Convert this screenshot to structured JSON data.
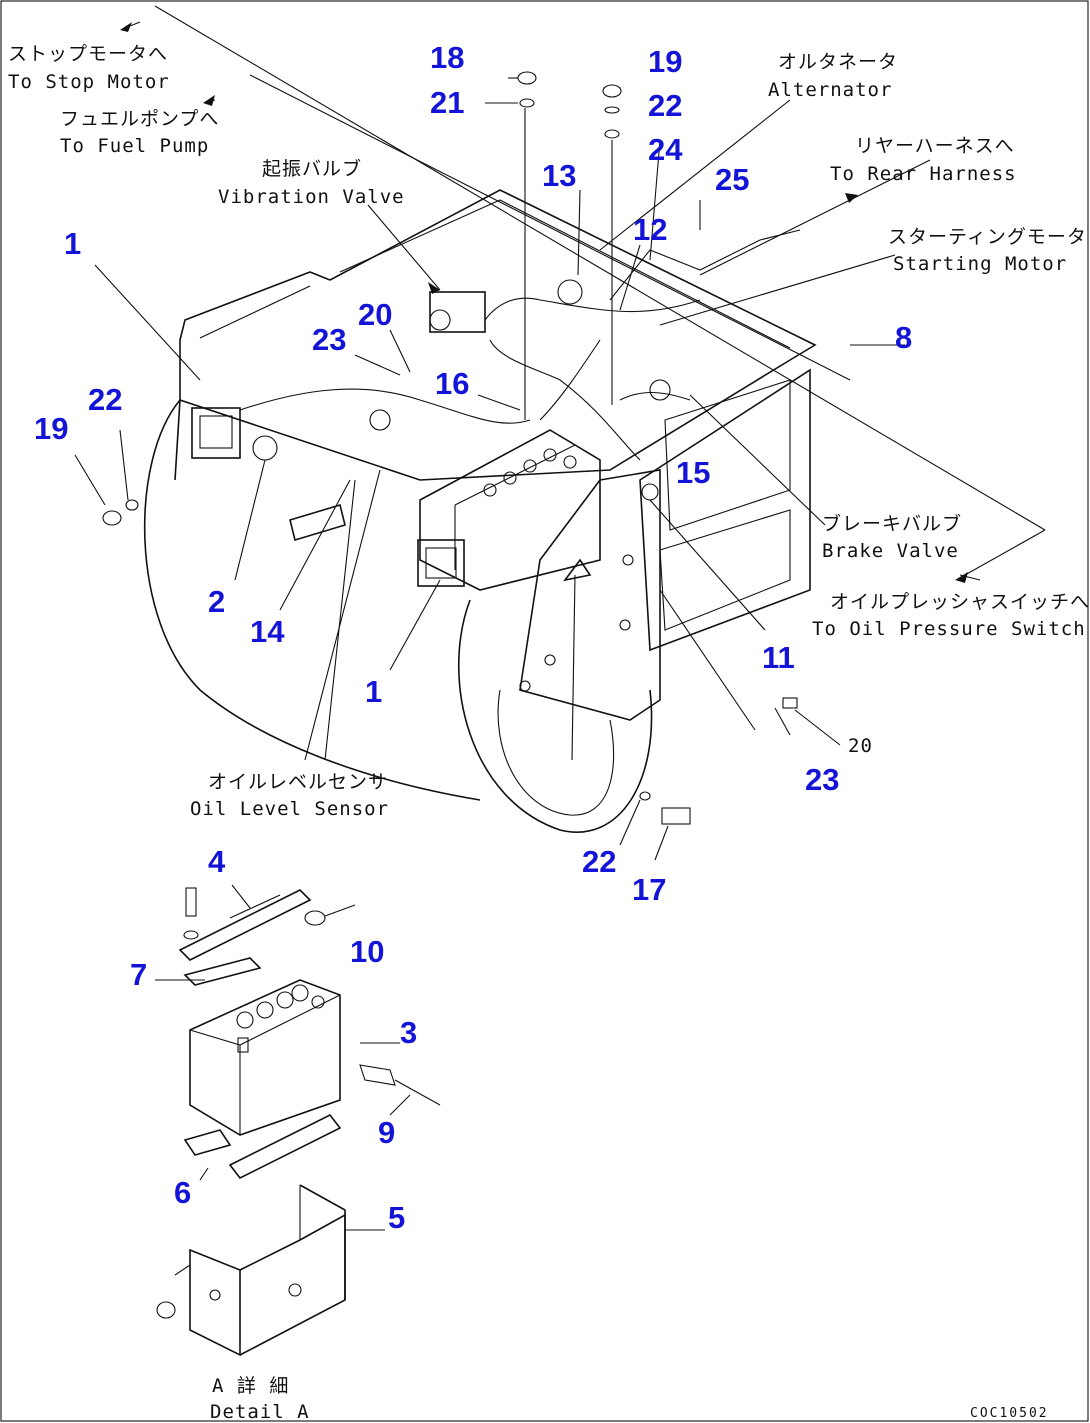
{
  "labels": [
    {
      "jp": "ストップモータへ",
      "en": "To Stop Motor"
    },
    {
      "jp": "フュエルポンプへ",
      "en": "To Fuel Pump"
    },
    {
      "jp": "起振バルブ",
      "en": "Vibration Valve"
    },
    {
      "jp": "オルタネータ",
      "en": "Alternator"
    },
    {
      "jp": "リヤーハーネスへ",
      "en": "To Rear Harness"
    },
    {
      "jp": "スターティングモータ",
      "en": "Starting Motor"
    },
    {
      "jp": "ブレーキバルブ",
      "en": "Brake Valve"
    },
    {
      "jp": "オイルプレッシャスイッチへ",
      "en": "To Oil Pressure Switch"
    },
    {
      "jp": "オイルレベルセンサ",
      "en": "Oil Level Sensor"
    },
    {
      "jp": "A 詳 細",
      "en": "Detail A"
    }
  ],
  "part_numbers": [
    "18",
    "21",
    "19",
    "22",
    "24",
    "13",
    "25",
    "12",
    "1",
    "20",
    "23",
    "16",
    "8",
    "22",
    "19",
    "15",
    "2",
    "14",
    "1",
    "11",
    "23",
    "22",
    "17",
    "4",
    "10",
    "7",
    "3",
    "9",
    "6",
    "5"
  ],
  "other_text": {
    "twenty": "20",
    "drawing_code": "COC10502"
  }
}
